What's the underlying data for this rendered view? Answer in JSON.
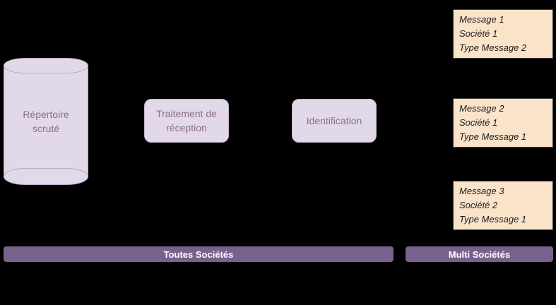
{
  "diagram": {
    "background_color": "#000000",
    "nodes": {
      "repository": {
        "label_line_1": "Répertoire",
        "label_line_2": "scruté",
        "shape": "cylinder",
        "fill_color": "#e2d9e8",
        "text_color": "#8d6d8d"
      },
      "reception": {
        "label_line_1": "Traitement de",
        "label_line_2": "réception",
        "shape": "rounded-rect",
        "fill_color": "#e2d9e8",
        "text_color": "#8d6d8d"
      },
      "identification": {
        "label_line_1": "Identification",
        "label_line_2": "",
        "shape": "rounded-rect",
        "fill_color": "#e2d9e8",
        "text_color": "#8d6d8d"
      }
    },
    "messages": {
      "fill_color": "#fbe3ca",
      "border_color": "#3a3a3a",
      "text_color": "#1a1a1a",
      "items": [
        {
          "name": "Message 1",
          "societe": "Société 1",
          "type": "Type Message 2"
        },
        {
          "name": "Message 2",
          "societe": "Société 1",
          "type": "Type Message 1"
        },
        {
          "name": "Message 3",
          "societe": "Société 2",
          "type": "Type Message 1"
        }
      ]
    },
    "scope_bars": {
      "fill_color": "#78628d",
      "text_color": "#ffffff",
      "items": [
        {
          "label": "Toutes Sociétés"
        },
        {
          "label": "Multi Sociétés"
        }
      ]
    }
  }
}
